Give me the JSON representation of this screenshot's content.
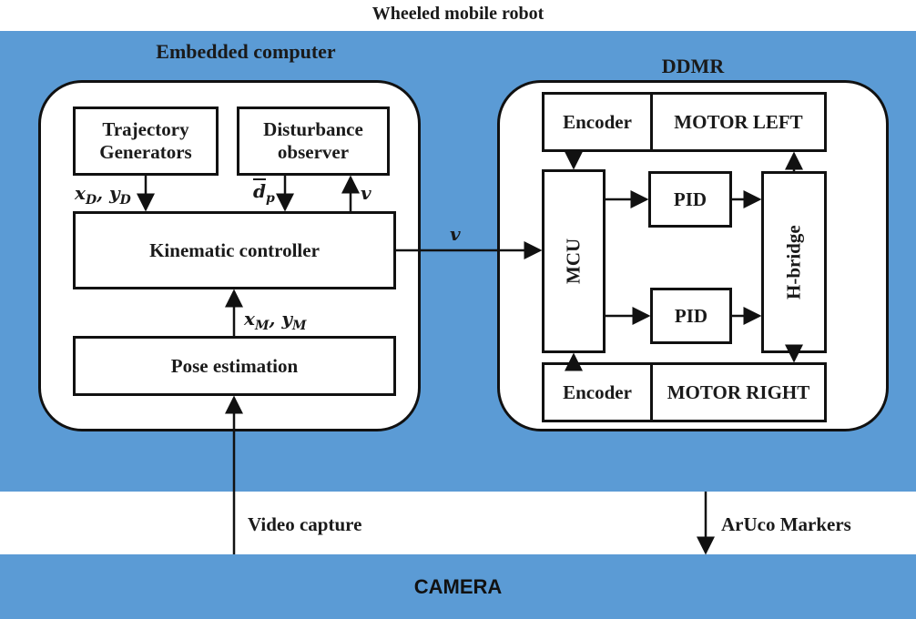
{
  "title": "Wheeled mobile robot",
  "embedded": {
    "title": "Embedded computer",
    "trajectory": "Trajectory Generators",
    "disturbance": "Disturbance observer",
    "kinematic": "Kinematic controller",
    "pose": "Pose estimation",
    "labels": {
      "xd_yd": "x_D, y_D",
      "dp": "d̂_p",
      "v_up": "v",
      "xm_ym": "x_M, y_M"
    }
  },
  "link_v": "v",
  "ddmr": {
    "title": "DDMR",
    "encoder_top": "Encoder",
    "motor_left": "MOTOR LEFT",
    "mcu": "MCU",
    "pid_top": "PID",
    "pid_bottom": "PID",
    "hbridge": "H-bridge",
    "encoder_bottom": "Encoder",
    "motor_right": "MOTOR RIGHT"
  },
  "video_capture": "Video capture",
  "aruco": "ArUco Markers",
  "camera": "CAMERA",
  "colors": {
    "panel_blue": "#5b9bd5"
  }
}
